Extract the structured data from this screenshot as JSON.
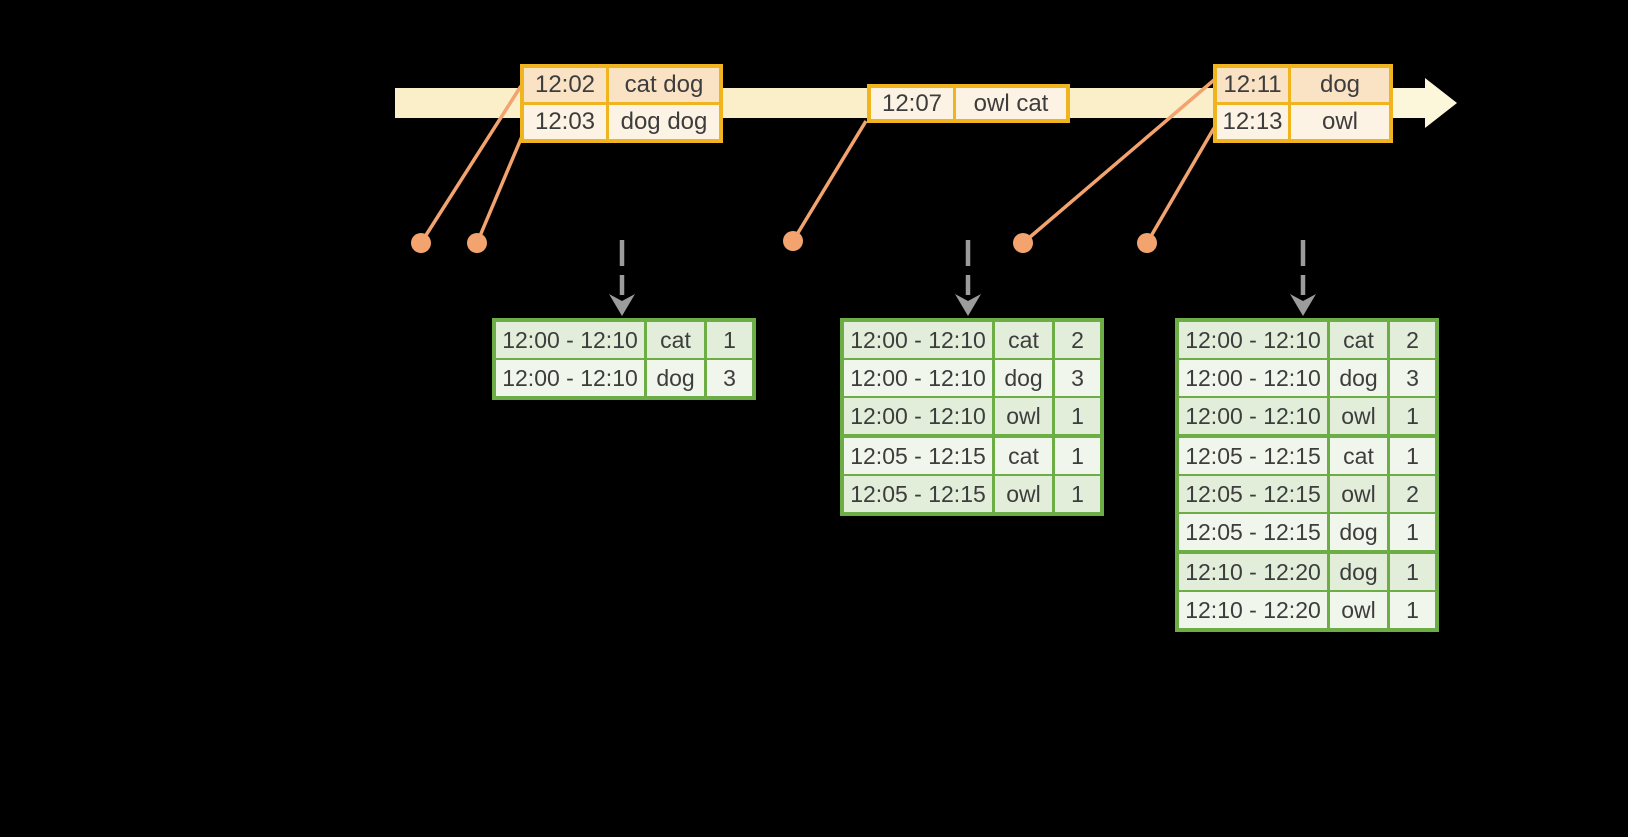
{
  "palette": {
    "background": "#000000",
    "timeline_band": "#faefc8",
    "timeline_arrow": "#fcf6da",
    "event_border": "#f0b41e",
    "event_row_alt": "#fae2c4",
    "event_row": "#fdf3e4",
    "connector": "#f2a36e",
    "result_border": "#6cad45",
    "result_row_alt": "#e2edda",
    "result_row": "#f1f6ec",
    "arrow_gray": "#9c9c9c",
    "text": "#3d3d3d"
  },
  "icons": {
    "timeline_arrow": "right-arrow",
    "trigger_arrow": "dashed-down-arrow",
    "event_marker": "dot"
  },
  "event_tables": [
    {
      "rows": [
        {
          "time": "12:02",
          "words": "cat dog"
        },
        {
          "time": "12:03",
          "words": "dog dog"
        }
      ]
    },
    {
      "rows": [
        {
          "time": "12:07",
          "words": "owl cat"
        }
      ]
    },
    {
      "rows": [
        {
          "time": "12:11",
          "words": "dog"
        },
        {
          "time": "12:13",
          "words": "owl"
        }
      ]
    }
  ],
  "result_tables": [
    {
      "rows": [
        {
          "window": "12:00 - 12:10",
          "word": "cat",
          "count": "1"
        },
        {
          "window": "12:00 - 12:10",
          "word": "dog",
          "count": "3"
        }
      ]
    },
    {
      "rows": [
        {
          "window": "12:00 - 12:10",
          "word": "cat",
          "count": "2"
        },
        {
          "window": "12:00 - 12:10",
          "word": "dog",
          "count": "3"
        },
        {
          "window": "12:00 - 12:10",
          "word": "owl",
          "count": "1"
        },
        {
          "window": "12:05 - 12:15",
          "word": "cat",
          "count": "1"
        },
        {
          "window": "12:05 - 12:15",
          "word": "owl",
          "count": "1"
        }
      ]
    },
    {
      "rows": [
        {
          "window": "12:00 - 12:10",
          "word": "cat",
          "count": "2"
        },
        {
          "window": "12:00 - 12:10",
          "word": "dog",
          "count": "3"
        },
        {
          "window": "12:00 - 12:10",
          "word": "owl",
          "count": "1"
        },
        {
          "window": "12:05 - 12:15",
          "word": "cat",
          "count": "1"
        },
        {
          "window": "12:05 - 12:15",
          "word": "owl",
          "count": "2"
        },
        {
          "window": "12:05 - 12:15",
          "word": "dog",
          "count": "1"
        },
        {
          "window": "12:10 - 12:20",
          "word": "dog",
          "count": "1"
        },
        {
          "window": "12:10 - 12:20",
          "word": "owl",
          "count": "1"
        }
      ]
    }
  ]
}
